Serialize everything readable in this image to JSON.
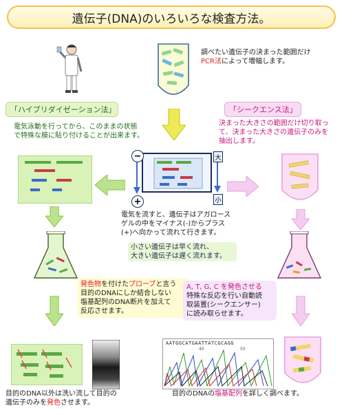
{
  "title": "遺伝子(DNA)のいろいろな検査方法。",
  "pcr_note": {
    "line1": "調べたい遺伝子の決まった範囲だけ",
    "pcr_label": "PCR法",
    "line2_rest": "によって増幅します。"
  },
  "hybrid": {
    "label": "「ハイブリダイゼーション法」",
    "note1": "電気泳動を行ってから、このままの状態",
    "note2": "で特殊な膜に貼り付けることが出来ます。",
    "probe_highlight": "発色物",
    "probe_text_a": "を付けた",
    "probe_word": "プローブ",
    "probe_text_b": "と言う",
    "probe_line2": "目的のDNAにしか結合しない",
    "probe_line3": "塩基配列のDNA断片を加えて",
    "probe_line4": "反応させます。",
    "result1": "目的のDNA以外は洗い流して目的の",
    "result2_a": "遺伝子のみを",
    "result2_hl": "発色",
    "result2_b": "させます。"
  },
  "sequence": {
    "label": "「シークエンス法」",
    "note1": "決まった大きさの範囲だけ切り取っ",
    "note2": "て、決まった大きさの遺伝子のみを",
    "note3": "抽出します。",
    "react1": "A, T, G, C を発色させる",
    "react2": "特殊な反応を行い自動読",
    "react3": "取装置(シークエンサー)",
    "react4": "に読み取らせます。",
    "result_a": "目的のDNAの",
    "result_hl": "塩基配列",
    "result_b": "を詳しく調べます。"
  },
  "electro": {
    "big_label": "大",
    "small_label": "小",
    "minus": "−",
    "plus": "+",
    "note1": "電気を流すと、遺伝子はアガロース",
    "note2": "ゲルの中をマイナス(-)からプラス",
    "note3": "(+)へ向かって流れて行きます。",
    "flow1": "小さい遺伝子は早く流れ、",
    "flow2": "大きい遺伝子は遅く流れます。"
  },
  "chromatogram": {
    "seq_text": "AATGGCATGAATTATCGCAGG",
    "tick1": "40",
    "tick2": "50"
  },
  "colors": {
    "title_border": "#f2c24a",
    "green_arrow": "#7ec83a",
    "pink_arrow": "#e6a0e0",
    "yellow_arrow": "#e8e030",
    "pink_text": "#c8177d",
    "green_text": "#1d6e1d"
  }
}
